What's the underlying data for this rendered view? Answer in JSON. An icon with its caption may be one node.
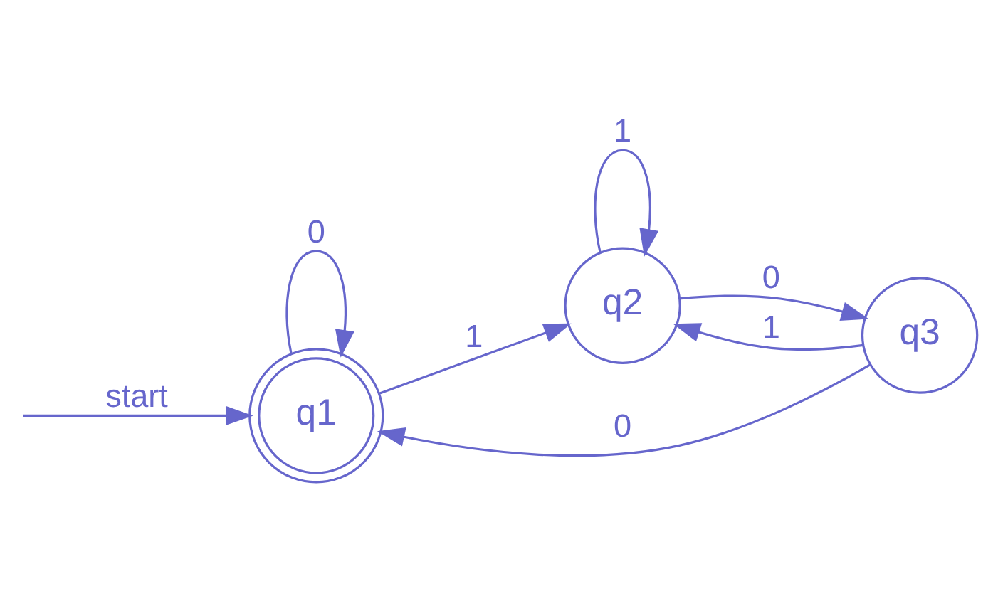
{
  "diagram": {
    "nodes": [
      {
        "text": [
          "q1"
        ]
      },
      {
        "text": [
          "q2"
        ]
      },
      {
        "text": [
          "q3"
        ]
      }
    ],
    "edges": [
      {
        "from": null,
        "to": 0,
        "arrow": "to",
        "label": "start"
      },
      {
        "from": 0,
        "to": 0,
        "arrow": "to",
        "label": "0"
      },
      {
        "from": 0,
        "to": 1,
        "arrow": "to",
        "label": "1"
      },
      {
        "from": 1,
        "to": 1,
        "arrow": "to",
        "label": "1"
      },
      {
        "from": 1,
        "to": 2,
        "arrow": "to",
        "label": "0"
      },
      {
        "from": 2,
        "to": 1,
        "arrow": "to",
        "label": "1"
      },
      {
        "from": 2,
        "to": 0,
        "arrow": "to",
        "label": "0"
      }
    ]
  }
}
